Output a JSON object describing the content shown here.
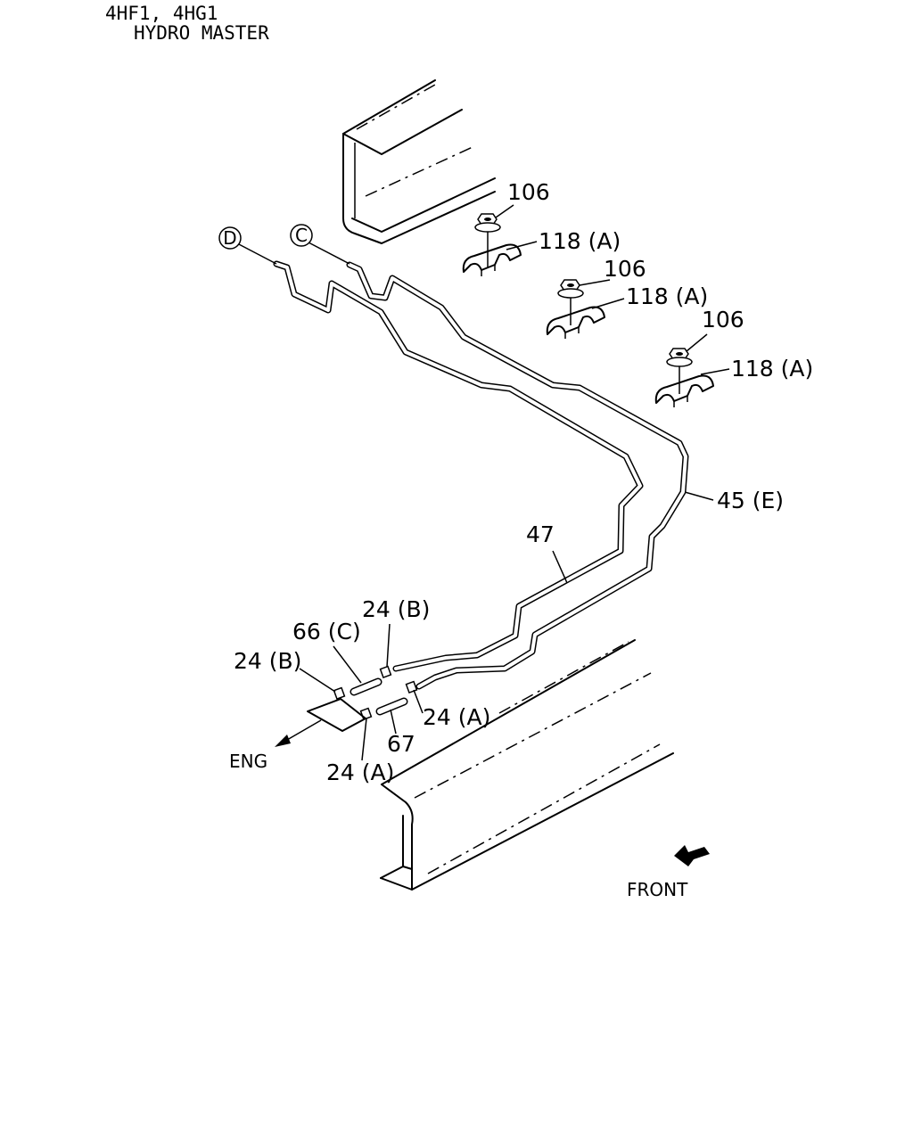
{
  "header": {
    "model": "4HF1, 4HG1",
    "system": "HYDRO MASTER"
  },
  "circle_refs": {
    "d": "D",
    "c": "C"
  },
  "clamp_sets": [
    {
      "nut": "106",
      "clamp": "118 (A)"
    },
    {
      "nut": "106",
      "clamp": "118 (A)"
    },
    {
      "nut": "106",
      "clamp": "118 (A)"
    }
  ],
  "pipes": {
    "pipe_e": "45 (E)",
    "pipe_47": "47"
  },
  "fittings": {
    "clip_b_upper": "24 (B)",
    "hose_c": "66 (C)",
    "clip_b_left": "24 (B)",
    "clip_a_right": "24 (A)",
    "hose_67": "67",
    "clip_a_lower": "24 (A)"
  },
  "directions": {
    "eng": "ENG",
    "front": "FRONT"
  }
}
